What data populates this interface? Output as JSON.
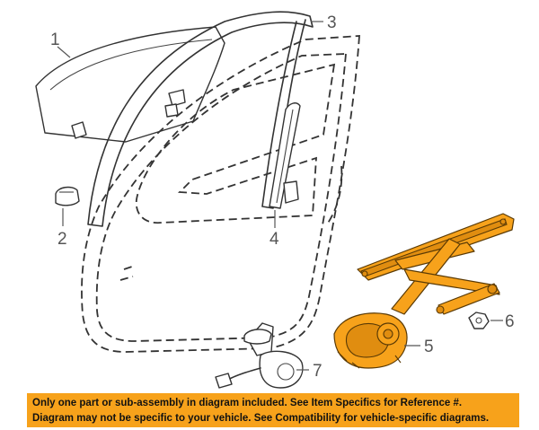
{
  "callouts": {
    "c1": "1",
    "c2": "2",
    "c3": "3",
    "c4": "4",
    "c5": "5",
    "c6": "6",
    "c7": "7"
  },
  "notice": {
    "line1": "Only one part or sub-assembly in diagram included. See Item Specifics for Reference #.",
    "line2": "Diagram may not be specific to your vehicle. See Compatibility for vehicle-specific diagrams."
  },
  "colors": {
    "highlight": "#f7a21b",
    "line": "#333333",
    "callout_text": "#555555"
  }
}
